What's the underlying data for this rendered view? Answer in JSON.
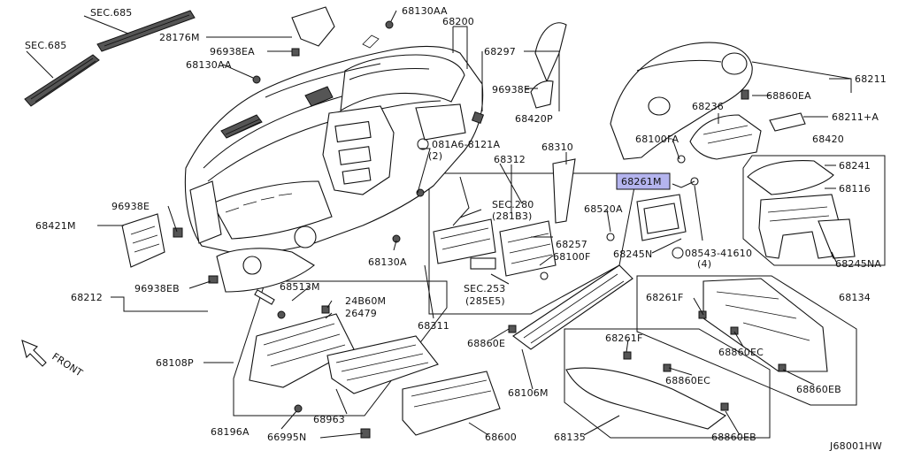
{
  "diagram": {
    "drawing_id": "J68001HW",
    "highlighted_part": "68261M",
    "front_label": "FRONT",
    "colors": {
      "highlight": "#b4b4ee",
      "ink": "#111111",
      "background": "#ffffff"
    },
    "labels": [
      {
        "id": "sec685a",
        "text": "SEC.685"
      },
      {
        "id": "sec685b",
        "text": "SEC.685"
      },
      {
        "id": "p68130AA_a",
        "text": "68130AA"
      },
      {
        "id": "p68200",
        "text": "68200"
      },
      {
        "id": "p28176M",
        "text": "28176M"
      },
      {
        "id": "p96938EA",
        "text": "96938EA"
      },
      {
        "id": "p68297",
        "text": "68297"
      },
      {
        "id": "p68130AA_b",
        "text": "68130AA"
      },
      {
        "id": "p96938E_a",
        "text": "96938E"
      },
      {
        "id": "p68420P",
        "text": "68420P"
      },
      {
        "id": "p68211",
        "text": "68211"
      },
      {
        "id": "p68860EA",
        "text": "68860EA"
      },
      {
        "id": "p68236",
        "text": "68236"
      },
      {
        "id": "p68211A",
        "text": "68211+A"
      },
      {
        "id": "p68100FA",
        "text": "68100FA"
      },
      {
        "id": "p68420",
        "text": "68420"
      },
      {
        "id": "p081A6",
        "text": "081A6-8121A"
      },
      {
        "id": "p081A6q",
        "text": "(2)"
      },
      {
        "id": "p68310",
        "text": "68310"
      },
      {
        "id": "p68312",
        "text": "68312"
      },
      {
        "id": "p68241",
        "text": "68241"
      },
      {
        "id": "p68261M",
        "text": "68261M"
      },
      {
        "id": "p68116",
        "text": "68116"
      },
      {
        "id": "p96938E_b",
        "text": "96938E"
      },
      {
        "id": "p68421M",
        "text": "68421M"
      },
      {
        "id": "sec280",
        "text": "SEC.280"
      },
      {
        "id": "sec280b",
        "text": "(281B3)"
      },
      {
        "id": "p68520A",
        "text": "68520A"
      },
      {
        "id": "p68257",
        "text": "68257"
      },
      {
        "id": "p68100F",
        "text": "68100F"
      },
      {
        "id": "p68245N",
        "text": "68245N"
      },
      {
        "id": "p08543",
        "text": "08543-41610"
      },
      {
        "id": "p08543q",
        "text": "(4)"
      },
      {
        "id": "p68245NA",
        "text": "68245NA"
      },
      {
        "id": "p68130A",
        "text": "68130A"
      },
      {
        "id": "p68212",
        "text": "68212"
      },
      {
        "id": "p96938EB",
        "text": "96938EB"
      },
      {
        "id": "p68513M",
        "text": "68513M"
      },
      {
        "id": "p24B60M",
        "text": "24B60M"
      },
      {
        "id": "p26479",
        "text": "26479"
      },
      {
        "id": "sec253",
        "text": "SEC.253"
      },
      {
        "id": "sec253b",
        "text": "(285E5)"
      },
      {
        "id": "p68134",
        "text": "68134"
      },
      {
        "id": "p68261F_a",
        "text": "68261F"
      },
      {
        "id": "p68311",
        "text": "68311"
      },
      {
        "id": "p68860E",
        "text": "68860E"
      },
      {
        "id": "p68860EC_a",
        "text": "68860EC"
      },
      {
        "id": "p68108P",
        "text": "68108P"
      },
      {
        "id": "p68261F_b",
        "text": "68261F"
      },
      {
        "id": "p68860EC_b",
        "text": "68860EC"
      },
      {
        "id": "p68860EB_a",
        "text": "68860EB"
      },
      {
        "id": "p68106M",
        "text": "68106M"
      },
      {
        "id": "p68963",
        "text": "68963"
      },
      {
        "id": "p68196A",
        "text": "68196A"
      },
      {
        "id": "p66995N",
        "text": "66995N"
      },
      {
        "id": "p68600",
        "text": "68600"
      },
      {
        "id": "p68135",
        "text": "68135"
      },
      {
        "id": "p68860EB_b",
        "text": "68860EB"
      }
    ]
  }
}
